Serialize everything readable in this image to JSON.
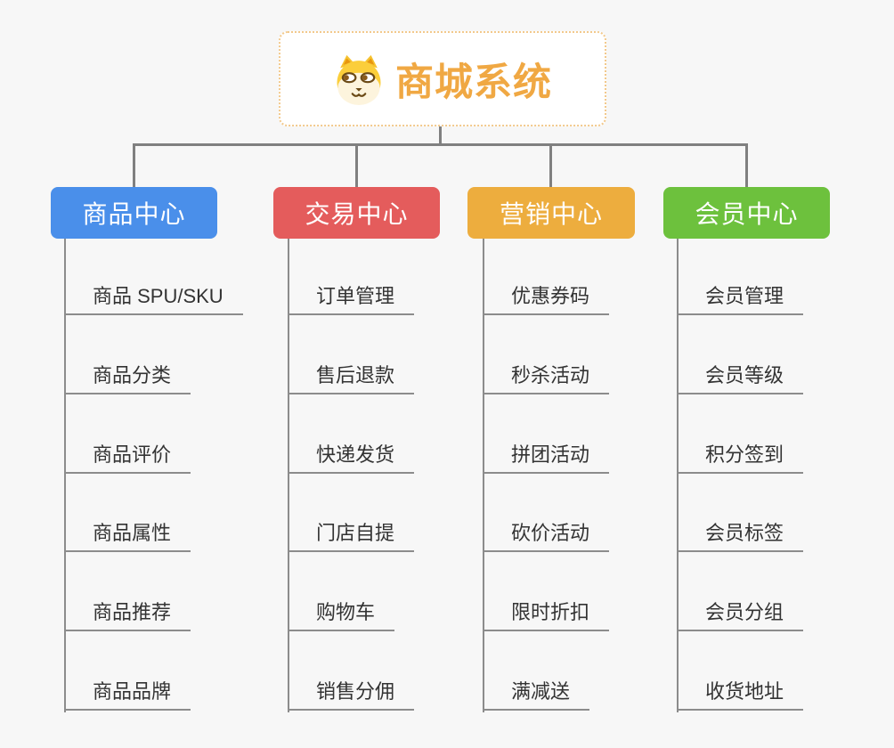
{
  "root": {
    "title": "商城系统",
    "icon": "dog-face-icon"
  },
  "colors": {
    "root_title": "#F0A843",
    "root_border": "#F2C98C",
    "connector_gray": "#808080",
    "underline_gray": "#8C8C8C",
    "leaf_text": "#333333",
    "background": "#F7F7F7",
    "branch_product": "#4A8FEA",
    "branch_trade": "#E45C5C",
    "branch_marketing": "#EDAD3E",
    "branch_member": "#6DC13D"
  },
  "branches": [
    {
      "label": "商品中心",
      "color": "#4A8FEA",
      "items": [
        "商品 SPU/SKU",
        "商品分类",
        "商品评价",
        "商品属性",
        "商品推荐",
        "商品品牌"
      ]
    },
    {
      "label": "交易中心",
      "color": "#E45C5C",
      "items": [
        "订单管理",
        "售后退款",
        "快递发货",
        "门店自提",
        "购物车",
        "销售分佣"
      ]
    },
    {
      "label": "营销中心",
      "color": "#EDAD3E",
      "items": [
        "优惠券码",
        "秒杀活动",
        "拼团活动",
        "砍价活动",
        "限时折扣",
        "满减送"
      ]
    },
    {
      "label": "会员中心",
      "color": "#6DC13D",
      "items": [
        "会员管理",
        "会员等级",
        "积分签到",
        "会员标签",
        "会员分组",
        "收货地址"
      ]
    }
  ]
}
